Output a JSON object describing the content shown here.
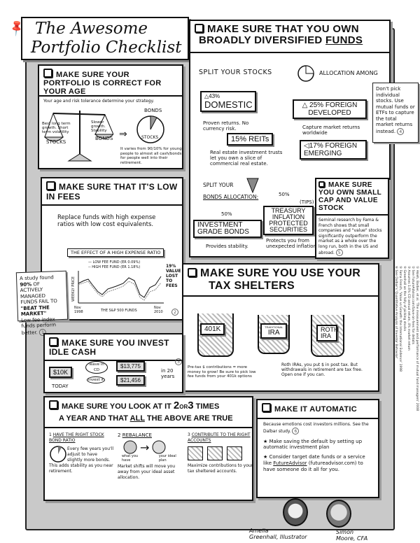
{
  "title": {
    "line1": "The Awesome",
    "line2": "Portfolio Checklist"
  },
  "age": {
    "heading": "Make sure your portfolio is correct for your age",
    "intro": "Your age and risk tolerance determine your strategy.",
    "stocks_pan_text": "Best long term growth. Short term volatility",
    "stocks_label": "Stocks",
    "bonds_pan_text": "Slower growth. Stability",
    "bonds_label": "Bonds",
    "pie_bonds": "Bonds",
    "pie_stocks": "Stocks",
    "arrow": "⇒",
    "note": "It varies from 90/10% for young people to almost all cash/bonds for people well into their retirement."
  },
  "fees": {
    "heading": "Make sure that it's low in fees",
    "intro": "Replace funds with high expense ratios with low cost equivalents.",
    "chart_title": "The effect of a high expense ratio",
    "legend_low": "Low fee fund (ER 0.09%)",
    "legend_high": "High fee fund (ER 1.18%)",
    "ylabel": "Weekly price",
    "x_start": "Nov 1998",
    "x_end": "Nov 2010",
    "xlabel": "The S&P 500 funds",
    "callout": "19% value lost to fees",
    "num": "2"
  },
  "sticky_fees": {
    "text1": "A study found",
    "pct": "90%",
    "text2": "of actively managed funds fail to",
    "quote": "\"Beat the market\"",
    "text3": "Low fee index funds perform better.",
    "num": "1"
  },
  "diversified": {
    "heading1": "Make sure that you own",
    "heading2": "broadly diversified",
    "heading_funds": "funds",
    "split_stocks": "Split your stocks",
    "allocation_among": "Allocation among",
    "domestic": {
      "pct": "43%",
      "label": "Domestic",
      "desc": "Proven returns. No currency risk."
    },
    "reits": {
      "pct": "15%",
      "label": "REITs",
      "desc": "Real estate investment trusts let you own a slice of commercial real estate."
    },
    "foreign_dev": {
      "pct": "25%",
      "label": "Foreign developed"
    },
    "capture": "Capture market returns worldwide",
    "foreign_em": {
      "pct": "17%",
      "label": "Foreign emerging"
    },
    "split_bonds1": "Split your",
    "split_bonds2": "Bonds Allocation:",
    "bonds_left_pct": "50%",
    "bonds_right_pct": "50%",
    "igb": {
      "label": "Investment grade bonds",
      "desc": "Provides stability."
    },
    "tips": {
      "tag": "(TIPS)",
      "label": "Treasury inflation protected securities",
      "desc": "Protects you from unexpected inflation."
    }
  },
  "sticky_diversified": {
    "text": "Don't pick individual stocks. Use mutual funds or ETFs to capture the total market returns instead.",
    "num": "4"
  },
  "smallcap": {
    "heading": "Make sure you own small cap and value stock",
    "text": "Seminal research by Fama & French shows that small companies and \"value\" stocks significantly outperform the market as a whole over the long run, both in the US and abroad.",
    "num": "5"
  },
  "tax": {
    "heading1": "Make sure you use your",
    "heading2": "tax shelters",
    "bucket1": "401K",
    "bucket2_small": "Traditional",
    "bucket2": "IRA",
    "bucket3": "Roth IRA",
    "note_left": "Pre-tax $ contributions = more money to grow! Be sure to pick low fee funds from your 401k options",
    "note_right": "Roth IRAs, you put $ in post tax. But withdrawals in retirement are tax free. Open one if you can."
  },
  "idle": {
    "heading": "Make sure you invest idle cash",
    "today_amount": "$10K",
    "today": "Today",
    "leave": "leave in CD",
    "invest": "invest it",
    "cd_value": "$13,775",
    "invest_value": "$21,456",
    "years": "in 20 years",
    "num": "3"
  },
  "review": {
    "heading1": "Make sure you look at it",
    "two": "2",
    "or": "or",
    "three": "3",
    "times": "times",
    "heading2a": "a year and that",
    "heading2_all": "all",
    "heading2b": "the above are true",
    "steps": [
      {
        "n": "1",
        "title": "Have the right stock bond ratio",
        "text": "Every few years you'll adjust to have slightly more bonds. This adds stability as you near retirement."
      },
      {
        "n": "2",
        "title": "Rebalance",
        "have": "what you have",
        "plan": "your ideal plan",
        "text": "Market shifts will move you away from your ideal asset allocation."
      },
      {
        "n": "3",
        "title": "Contribute to the right accounts",
        "text": "Maximize contributions to your tax sheltered accounts."
      }
    ]
  },
  "automatic": {
    "heading": "Make it automatic",
    "intro": "Because emotions cost investors millions. See the Dalbar study.",
    "num": "6",
    "bullet1": "Make saving the default by setting up automatic investment plan",
    "bullet2a": "Consider target date funds or a service like",
    "brand": "FutureAdvisor",
    "bullet2b": "(futureadvisor.com) to have someone do it all for you.",
    "star": "★"
  },
  "credits": {
    "person1_name": "Amelia",
    "person1_role": "Greenhall, Illustrator",
    "person2_name": "Simon",
    "person2_role": "Moore, CFA"
  },
  "footnotes": [
    "① Hsieh, Barber, et al. 'The measurement and performance of mutual fund managers' 2008",
    "② See FutureAdvisor.com/Save-on-fees for details",
    "③ Assumes 1.6% CD annual return, 4% market return",
    "④ Greenhall on the folly of picking stocks",
    "⑤ Fama French, 'Value vs Growth: the International Evidence' 1998",
    "⑥ See Dalbar's 'Quantitative Analysis of Investor Behavior'"
  ],
  "colors": {
    "frame": "#c9c9c9",
    "ink": "#111111",
    "paper": "#ffffff"
  }
}
